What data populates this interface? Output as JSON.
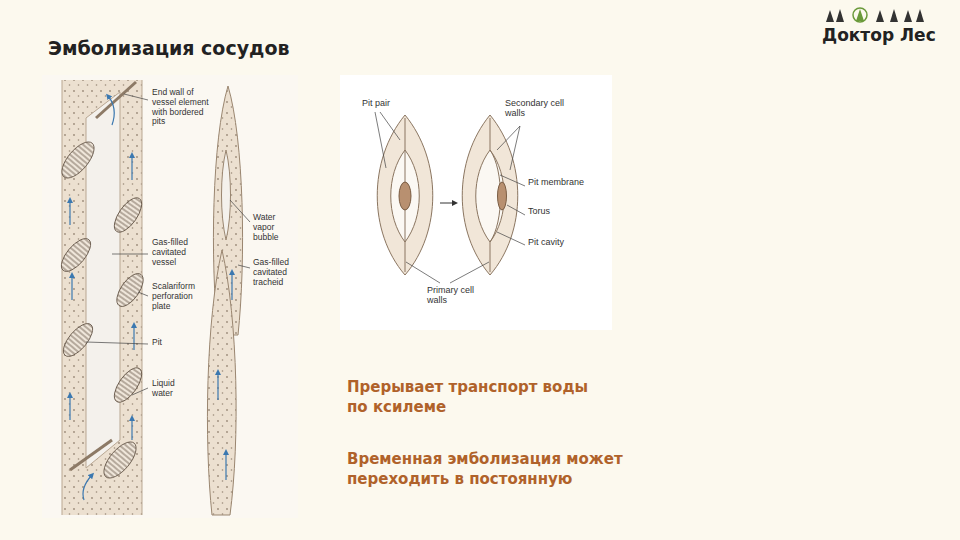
{
  "diagram": {
    "title": "Эмболизация сосудов",
    "labels": [
      "Доктор Лес",
      "End wall of vessel element with bordered pits",
      "Water vapor bubble",
      "Gas-filled cavitated vessel",
      "Gas-filled cavitated tracheid",
      "Scalariform perforation plate",
      "Pit",
      "Liquid water",
      "Pit pair",
      "Secondary cell walls",
      "Pit membrane",
      "Torus",
      "Pit cavity",
      "Primary cell walls",
      "Прерывает транспорт воды по ксилеме",
      "Временная эмболизация может переходить в постоянную"
    ]
  }
}
